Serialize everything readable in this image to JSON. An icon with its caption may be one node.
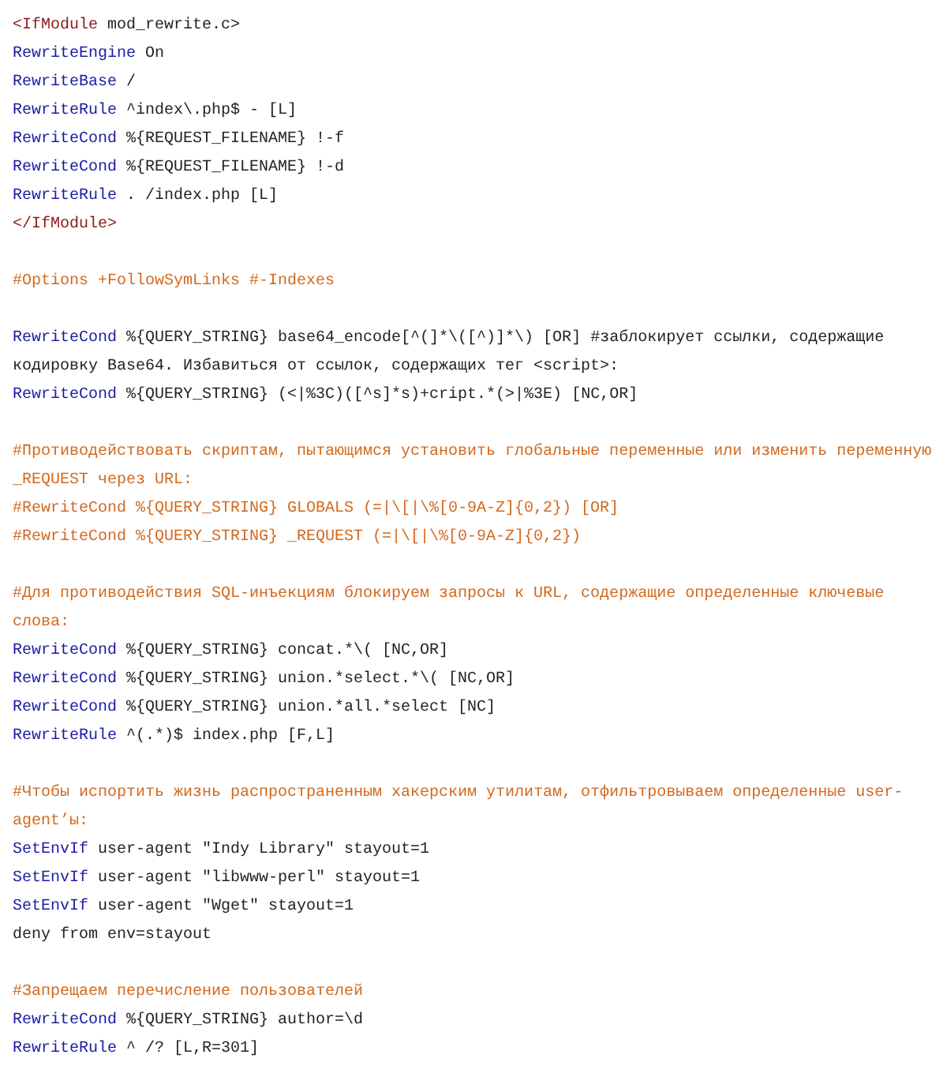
{
  "diagram": {
    "labels": [
      "<IfModule mod_rewrite.c>",
      "RewriteEngine On",
      "RewriteBase /",
      "RewriteRule ^index\\.php$ - [L]",
      "RewriteCond %{REQUEST_FILENAME} !-f",
      "RewriteCond %{REQUEST_FILENAME} !-d",
      "RewriteRule . /index.php [L]",
      "</IfModule>",
      "#Options +FollowSymLinks #-Indexes",
      "RewriteCond %{QUERY_STRING} base64_encode[^(]*\\([^)]*\\) [OR] #заблокирует ссылки, содержащие кодировку Base64. Избавиться от ссылок, содержащих тег <script>:",
      "RewriteCond %{QUERY_STRING} (<|%3C)([^s]*s)+cript.*(>|%3E) [NC,OR]",
      "#Противодействовать скриптам, пытающимся установить глобальные переменные или изменить переменную _REQUEST через URL:",
      "#RewriteCond %{QUERY_STRING} GLOBALS (=|\\[|\\%[0-9A-Z]{0,2}) [OR]",
      "#RewriteCond %{QUERY_STRING} _REQUEST (=|\\[|\\%[0-9A-Z]{0,2})",
      "#Для противодействия SQL-инъекциям блокируем запросы к URL, содержащие определенные ключевые слова:",
      "RewriteCond %{QUERY_STRING} concat.*\\( [NC,OR]",
      "RewriteCond %{QUERY_STRING} union.*select.*\\( [NC,OR]",
      "RewriteCond %{QUERY_STRING} union.*all.*select [NC]",
      "RewriteRule ^(.*)$ index.php [F,L]",
      "#Чтобы испортить жизнь распространенным хакерским утилитам, отфильтровываем определенные user-agent’ы:",
      "SetEnvIf user-agent \"Indy Library\" stayout=1",
      "SetEnvIf user-agent \"libwww-perl\" stayout=1",
      "SetEnvIf user-agent \"Wget\" stayout=1",
      "deny from env=stayout",
      "#Запрещаем перечисление пользователей",
      "RewriteCond %{QUERY_STRING} author=\\d",
      "RewriteRule ^ /? [L,R=301]"
    ]
  }
}
